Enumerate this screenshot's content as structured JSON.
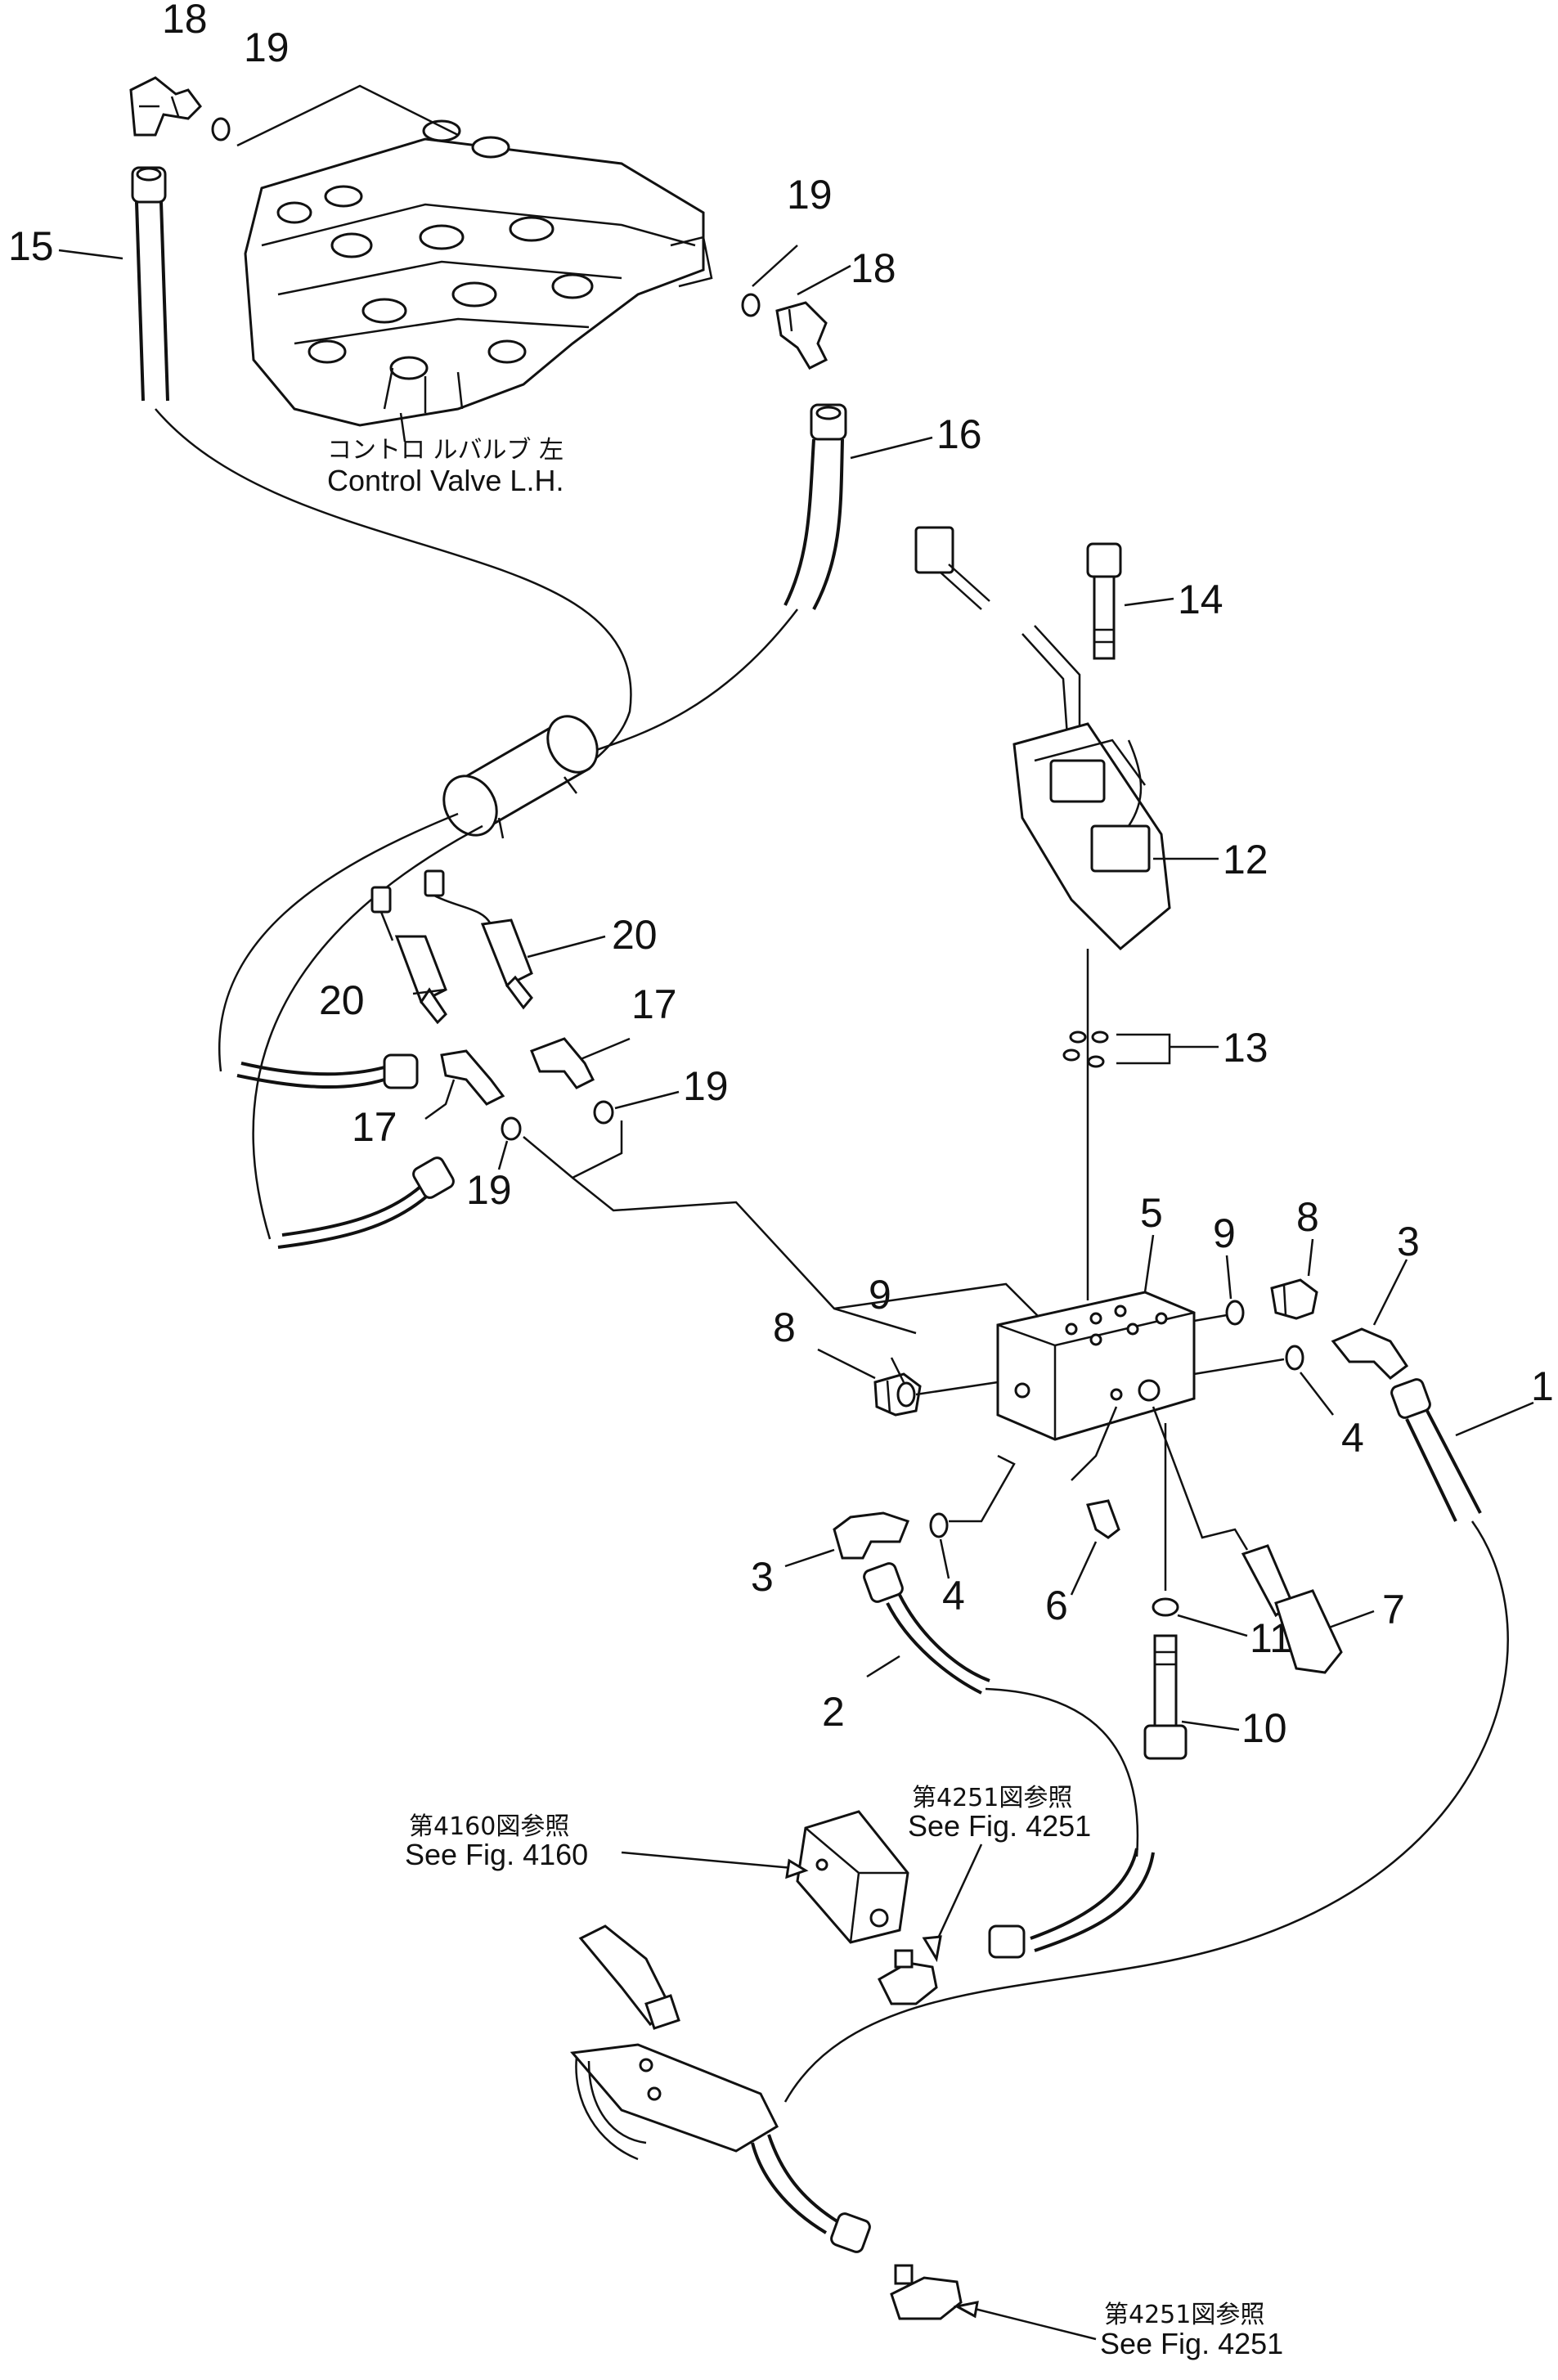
{
  "callouts": [
    "1",
    "2",
    "3",
    "3",
    "4",
    "4",
    "5",
    "6",
    "7",
    "8",
    "8",
    "9",
    "9",
    "10",
    "11",
    "12",
    "13",
    "14",
    "15",
    "16",
    "17",
    "17",
    "18",
    "18",
    "19",
    "19",
    "19",
    "19",
    "20",
    "20"
  ],
  "labels": {
    "control_valve_jp": "コントロ ルバルブ 左",
    "control_valve_en": "Control Valve L.H.",
    "ref_4160_jp": "第4160図参照",
    "ref_4160_en": "See Fig. 4160",
    "ref_4251a_jp": "第4251図参照",
    "ref_4251a_en": "See Fig. 4251",
    "ref_4251b_jp": "第4251図参照",
    "ref_4251b_en": "See Fig. 4251"
  }
}
